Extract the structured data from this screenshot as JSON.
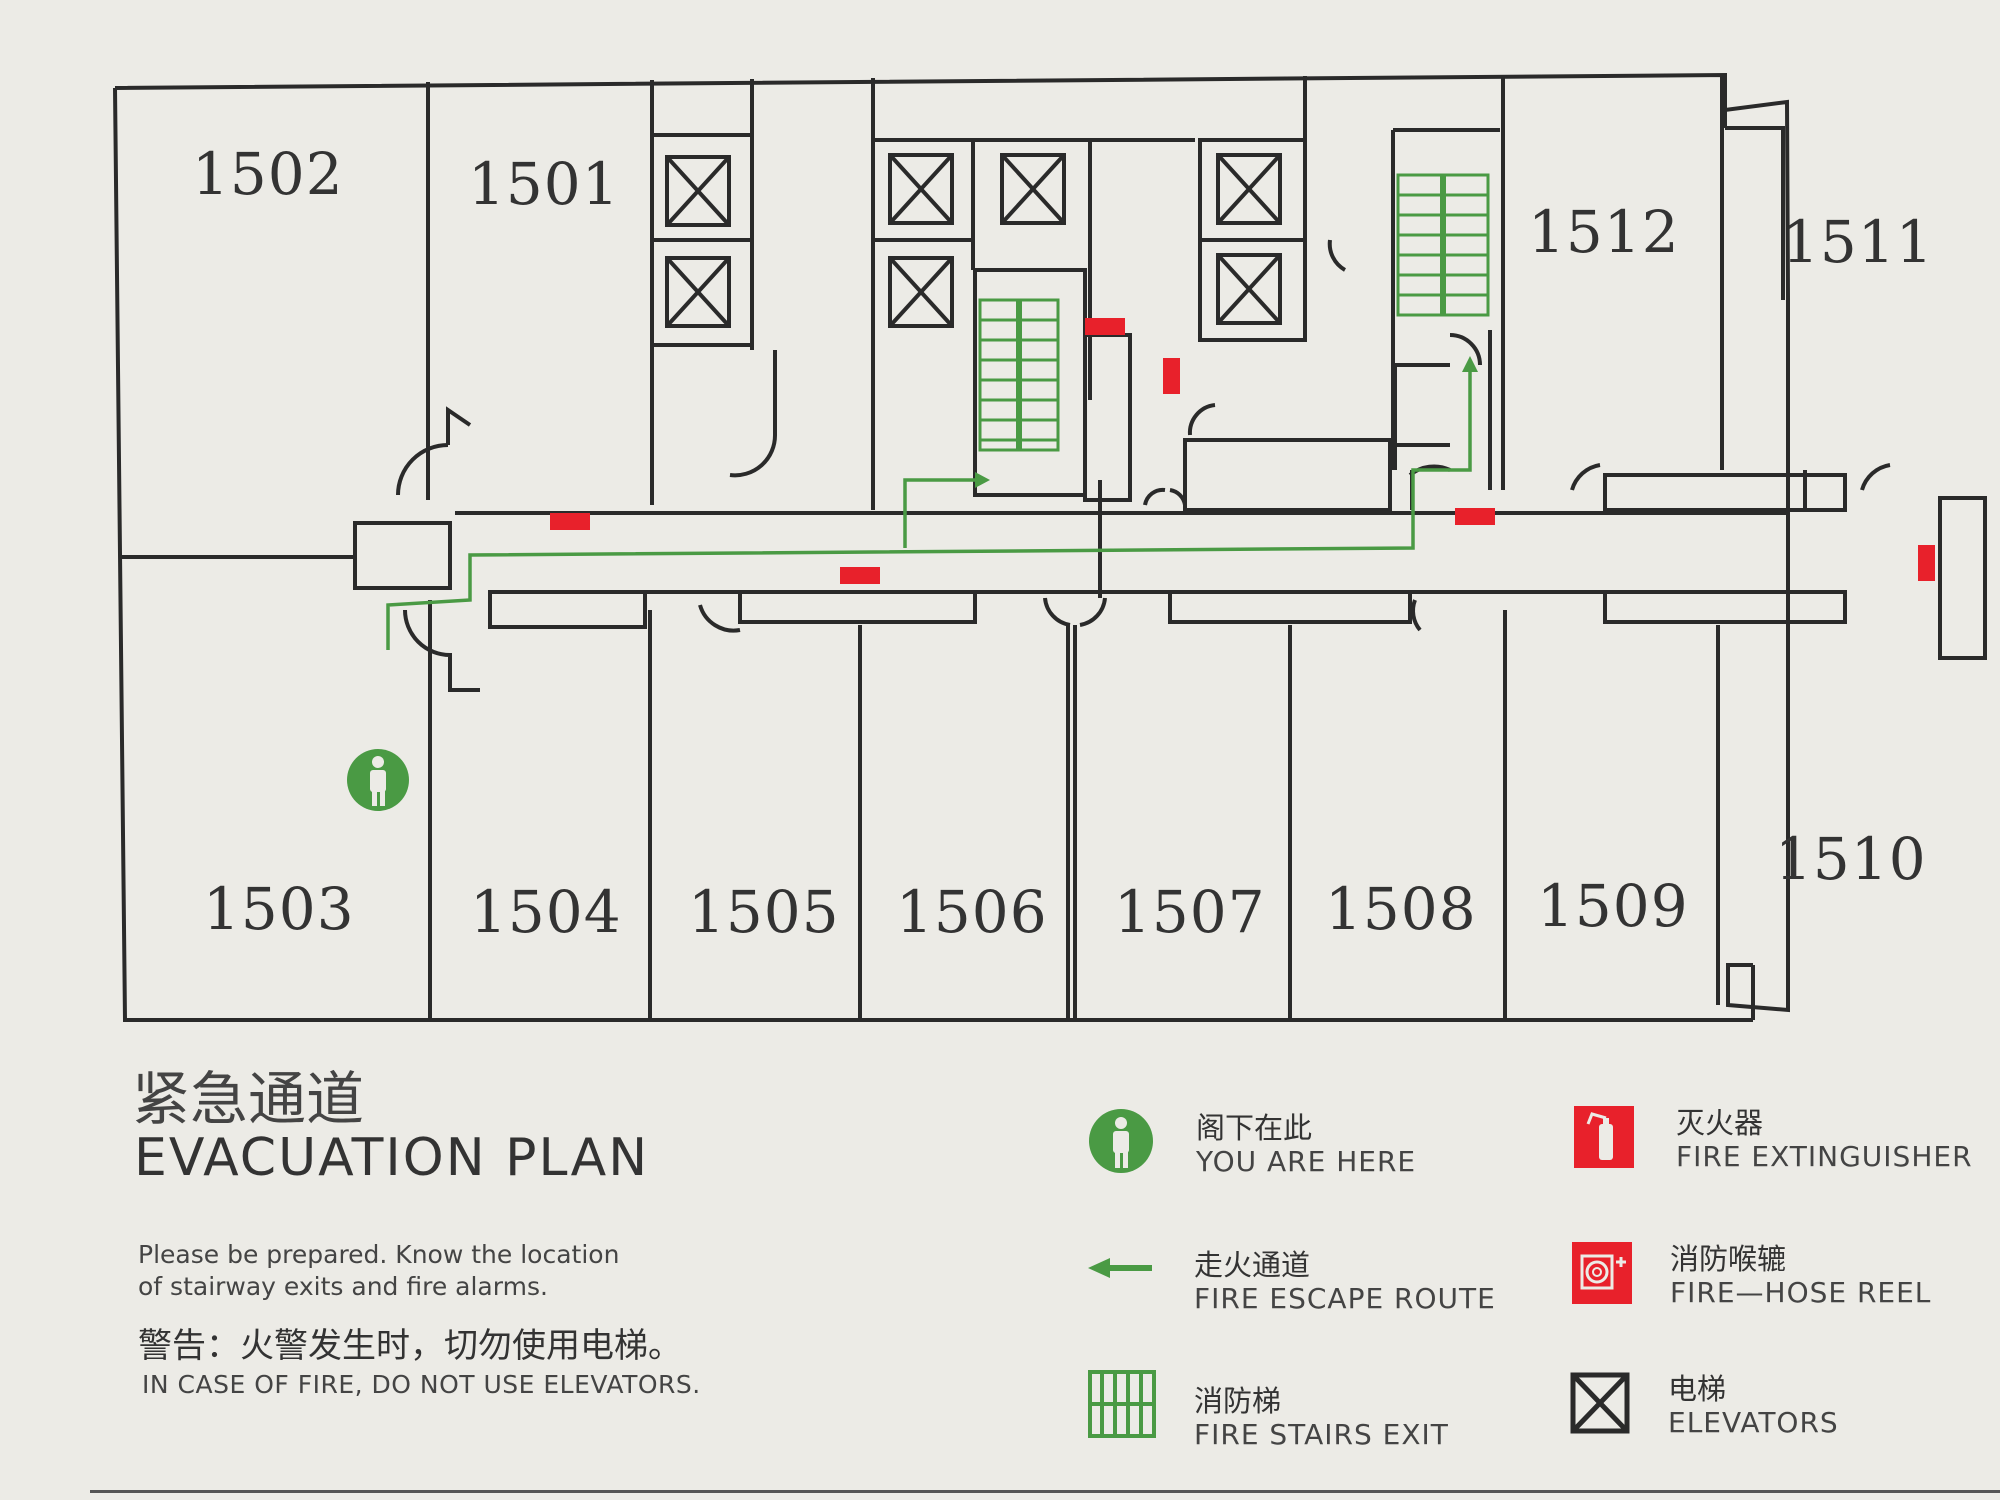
{
  "title": {
    "zh": "紧急通道",
    "en": "EVACUATION PLAN"
  },
  "notes": {
    "en_line1": "Please be prepared. Know the location",
    "en_line2": "of stairway exits and fire alarms.",
    "zh_warning": "警告：火警发生时，切勿使用电梯。",
    "en_warning": "IN CASE OF FIRE, DO NOT USE ELEVATORS."
  },
  "rooms": {
    "r1501": "1501",
    "r1502": "1502",
    "r1503": "1503",
    "r1504": "1504",
    "r1505": "1505",
    "r1506": "1506",
    "r1507": "1507",
    "r1508": "1508",
    "r1509": "1509",
    "r1510": "1510",
    "r1511": "1511",
    "r1512": "1512"
  },
  "legend": {
    "you_are_here": {
      "zh": "阁下在此",
      "en": "YOU ARE HERE",
      "icon": "person-icon"
    },
    "escape_route": {
      "zh": "走火通道",
      "en": "FIRE ESCAPE ROUTE",
      "icon": "arrow-left-icon"
    },
    "fire_stairs": {
      "zh": "消防梯",
      "en": "FIRE STAIRS EXIT",
      "icon": "stairs-icon"
    },
    "extinguisher": {
      "zh": "灭火器",
      "en": "FIRE EXTINGUISHER",
      "icon": "extinguisher-icon"
    },
    "hose_reel": {
      "zh": "消防喉辘",
      "en": "FIRE—HOSE  REEL",
      "icon": "hose-reel-icon"
    },
    "elevators": {
      "zh": "电梯",
      "en": "ELEVATORS",
      "icon": "elevator-icon"
    }
  },
  "colors": {
    "route_green": "#4a9a44",
    "symbol_red": "#e8212b",
    "wall": "#2a2a2a",
    "background": "#ecebe6"
  }
}
